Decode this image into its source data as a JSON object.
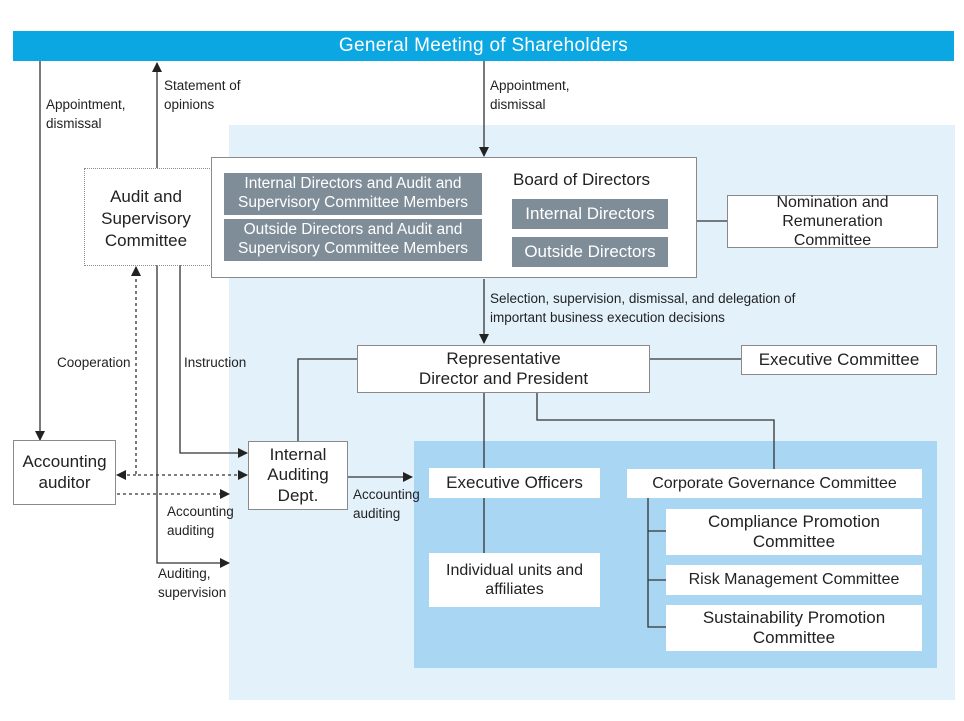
{
  "header": {
    "title": "General Meeting of Shareholders"
  },
  "boxes": {
    "audit_committee": "Audit and Supervisory Committee",
    "internal_directors_audit": "Internal Directors and Audit and Supervisory Committee Members",
    "outside_directors_audit": "Outside Directors and Audit and Supervisory Committee Members",
    "board_title": "Board of Directors",
    "internal_directors": "Internal Directors",
    "outside_directors": "Outside Directors",
    "nomination_committee": "Nomination and Remuneration Committee",
    "representative_director": "Representative Director and President",
    "executive_committee": "Executive Committee",
    "accounting_auditor": "Accounting auditor",
    "internal_auditing": "Internal Auditing Dept.",
    "executive_officers": "Executive Officers",
    "governance_committee": "Corporate Governance Committee",
    "compliance_committee": "Compliance Promotion Committee",
    "risk_committee": "Risk Management Committee",
    "sustainability_committee": "Sustainability Promotion Committee",
    "units_affiliates": "Individual units and affiliates"
  },
  "labels": {
    "appointment_left": "Appointment, dismissal",
    "statement_of_opinions": "Statement of opinions",
    "appointment_right": "Appointment, dismissal",
    "selection": "Selection, supervision, dismissal, and delegation of important business execution decisions",
    "cooperation": "Cooperation",
    "instruction": "Instruction",
    "accounting_auditing_1": "Accounting auditing",
    "accounting_auditing_2": "Accounting auditing",
    "auditing_supervision": "Auditing, supervision"
  },
  "colors": {
    "banner": "#0aa7e2",
    "outer_region": "#e3f1fb",
    "inner_region": "#a9d6f3",
    "gray_box": "#7f8d99"
  }
}
